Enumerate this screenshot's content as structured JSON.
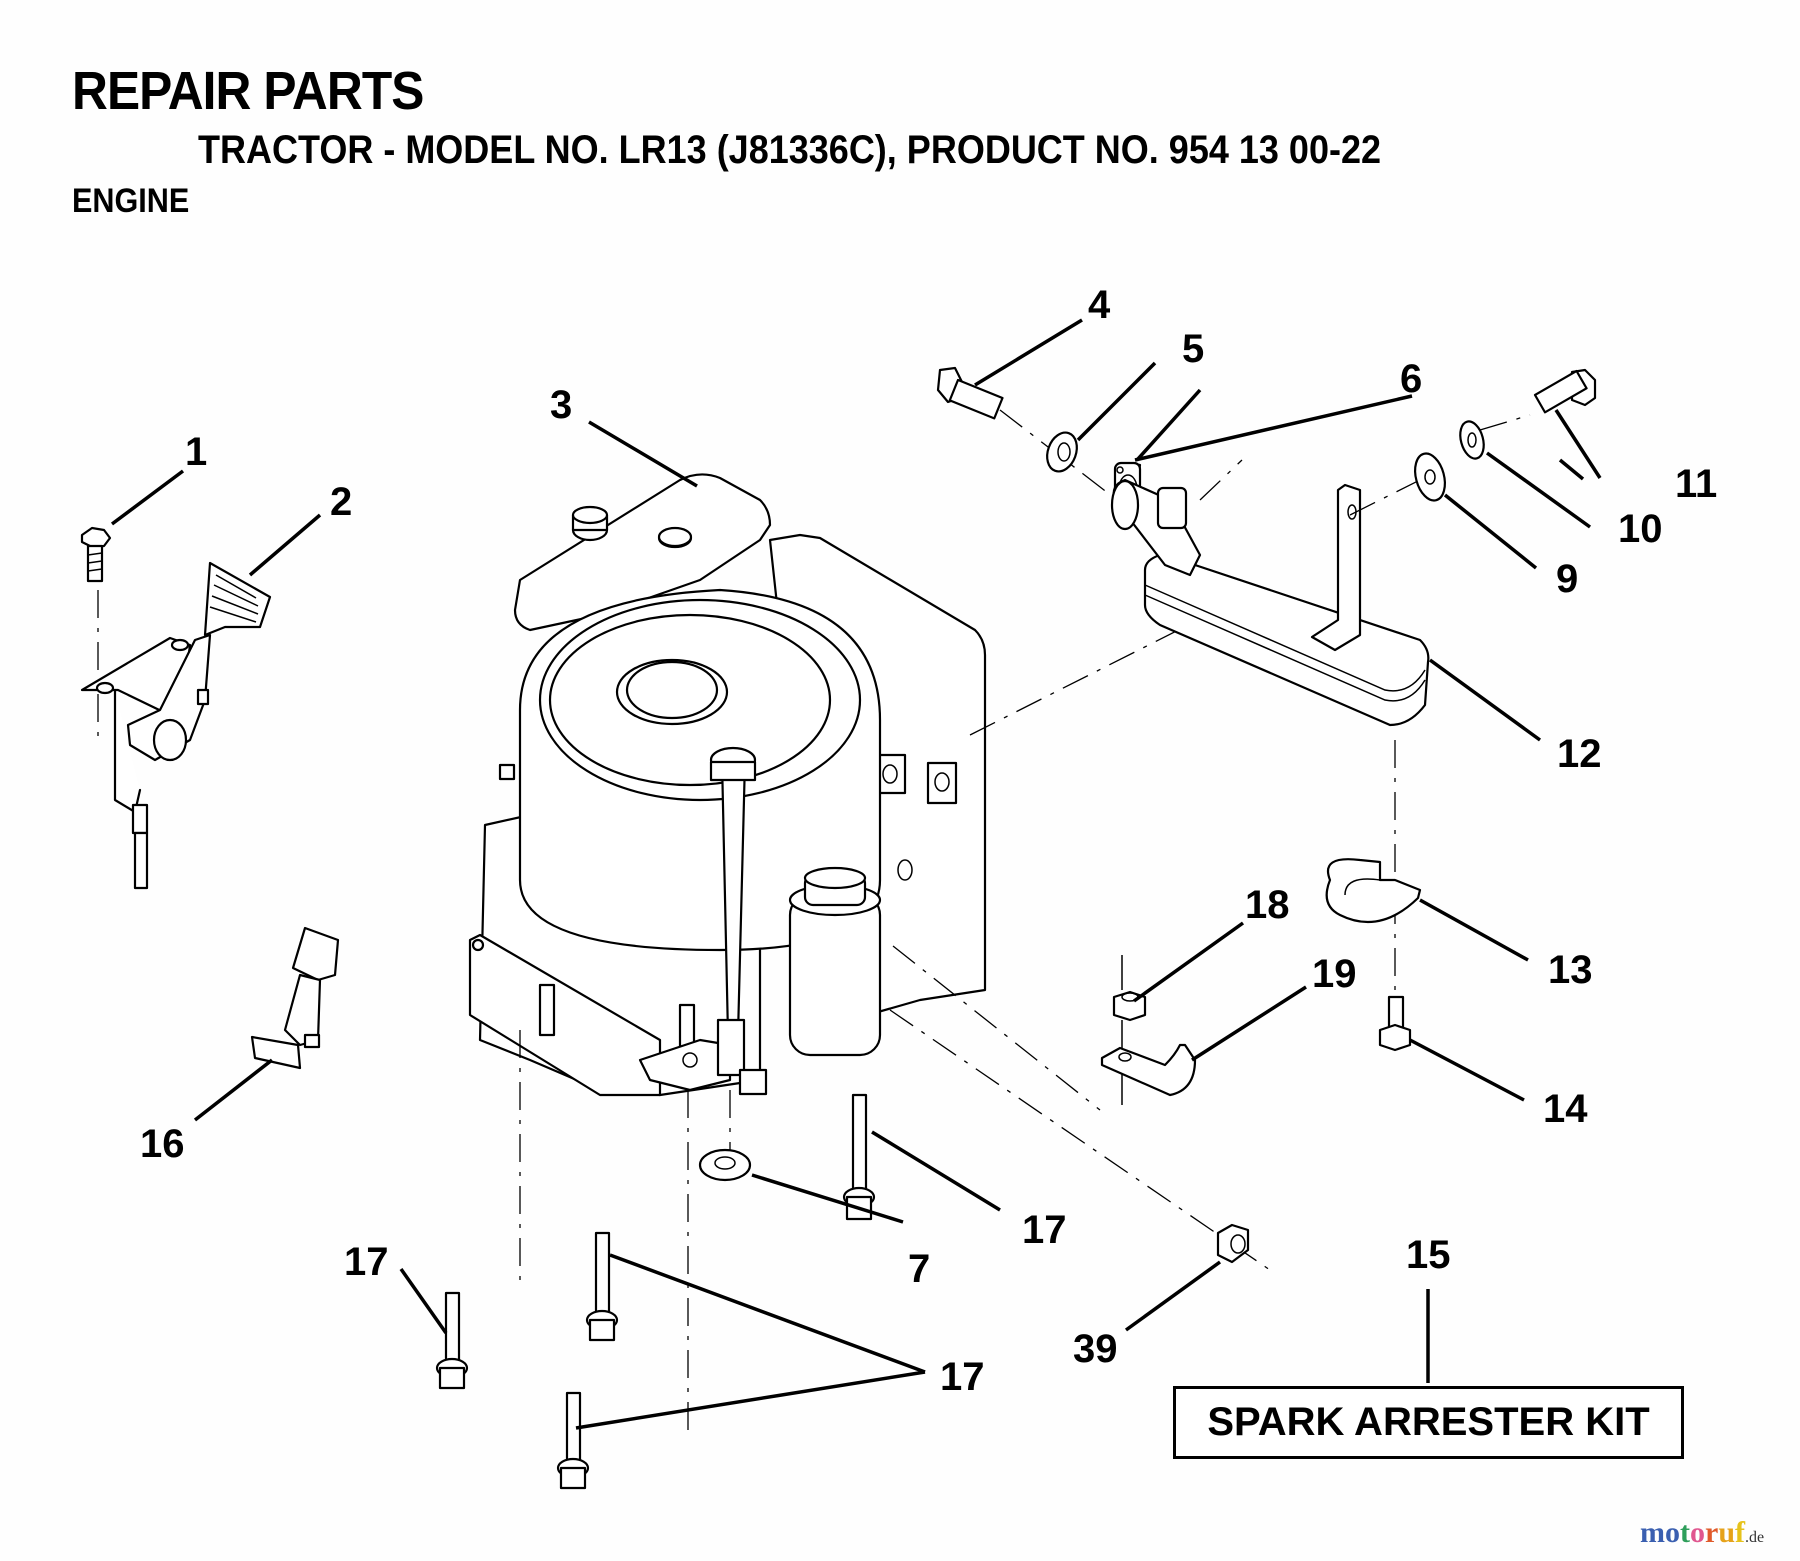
{
  "header": {
    "title": "REPAIR PARTS",
    "subtitle": "TRACTOR - MODEL NO. LR13 (J81336C), PRODUCT NO. 954 13 00-22",
    "section": "ENGINE"
  },
  "callouts": [
    {
      "id": "c1",
      "label": "1",
      "part": "bolt"
    },
    {
      "id": "c2",
      "label": "2",
      "part": "throttle-control-lever-bracket"
    },
    {
      "id": "c3",
      "label": "3",
      "part": "engine"
    },
    {
      "id": "c4",
      "label": "4",
      "part": "muffler-bolt"
    },
    {
      "id": "c5",
      "label": "5",
      "part": "lock-washer"
    },
    {
      "id": "c6",
      "label": "6",
      "part": "exhaust-gasket"
    },
    {
      "id": "c7",
      "label": "7",
      "part": "star-washer"
    },
    {
      "id": "c9",
      "label": "9",
      "part": "flat-washer"
    },
    {
      "id": "c10",
      "label": "10",
      "part": "lock-washer"
    },
    {
      "id": "c11",
      "label": "11",
      "part": "bolt"
    },
    {
      "id": "c12",
      "label": "12",
      "part": "muffler"
    },
    {
      "id": "c13",
      "label": "13",
      "part": "spark-arrester-screen"
    },
    {
      "id": "c14",
      "label": "14",
      "part": "screw"
    },
    {
      "id": "c15",
      "label": "15",
      "part": "spark-arrester-kit"
    },
    {
      "id": "c16",
      "label": "16",
      "part": "clip"
    },
    {
      "id": "c17a",
      "label": "17",
      "part": "engine-mount-bolt"
    },
    {
      "id": "c17b",
      "label": "17",
      "part": "engine-mount-bolt"
    },
    {
      "id": "c17c",
      "label": "17",
      "part": "engine-mount-bolt"
    },
    {
      "id": "c18",
      "label": "18",
      "part": "nut"
    },
    {
      "id": "c19",
      "label": "19",
      "part": "clamp"
    },
    {
      "id": "c39",
      "label": "39",
      "part": "nut"
    }
  ],
  "kit_box": {
    "label": "SPARK ARRESTER KIT"
  },
  "watermark": {
    "letters": [
      {
        "ch": "m",
        "color": "#3a5fb0"
      },
      {
        "ch": "o",
        "color": "#3a5fb0"
      },
      {
        "ch": "t",
        "color": "#2e9e5a"
      },
      {
        "ch": "o",
        "color": "#e0568f"
      },
      {
        "ch": "r",
        "color": "#e05a2a"
      },
      {
        "ch": "u",
        "color": "#e6a21a"
      },
      {
        "ch": "f",
        "color": "#e6c21a"
      }
    ],
    "domain": ".de"
  }
}
